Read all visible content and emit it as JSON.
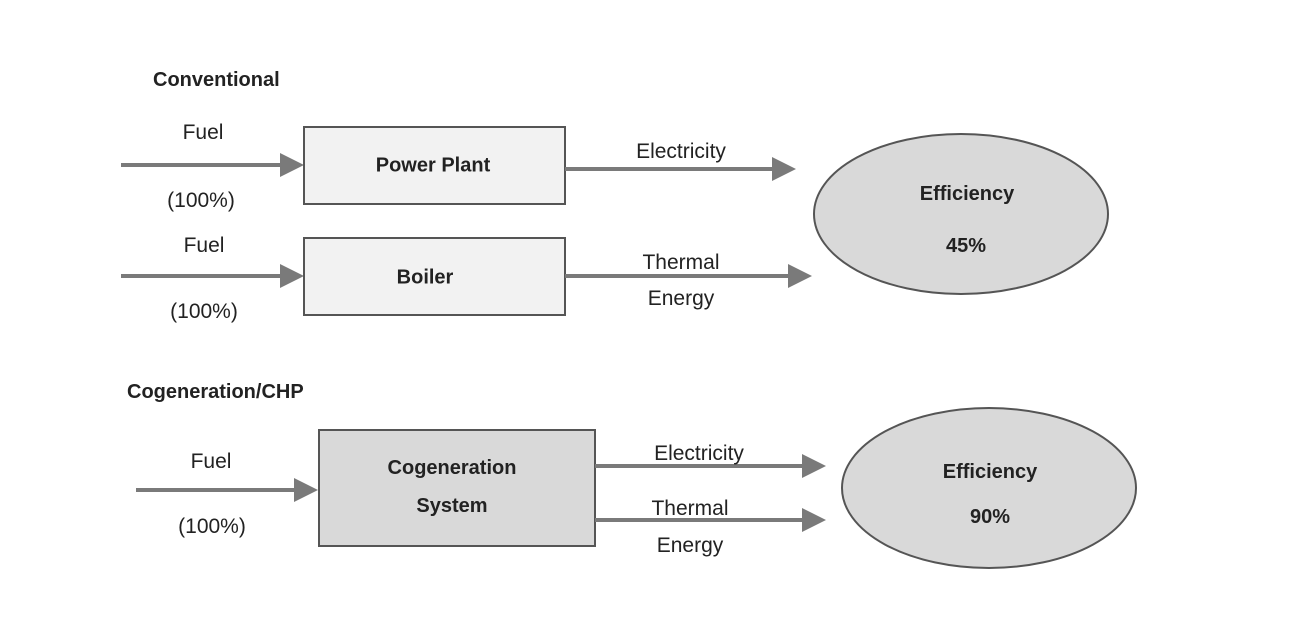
{
  "conventional": {
    "heading": "Conventional",
    "power_plant": {
      "input_label": "Fuel",
      "input_share": "(100%)",
      "box_label": "Power Plant",
      "output_label": "Electricity"
    },
    "boiler": {
      "input_label": "Fuel",
      "input_share": "(100%)",
      "box_label": "Boiler",
      "output_label_line1": "Thermal",
      "output_label_line2": "Energy"
    },
    "efficiency": {
      "label": "Efficiency",
      "value": "45%"
    }
  },
  "cogeneration": {
    "heading": "Cogeneration/CHP",
    "input_label": "Fuel",
    "input_share": "(100%)",
    "box_label_line1": "Cogeneration",
    "box_label_line2": "System",
    "output_electric_label": "Electricity",
    "output_thermal_line1": "Thermal",
    "output_thermal_line2": "Energy",
    "efficiency": {
      "label": "Efficiency",
      "value": "90%"
    }
  },
  "colors": {
    "box_fill_light": "#f2f2f2",
    "box_fill_dark": "#d9d9d9",
    "ellipse_fill": "#d9d9d9",
    "arrow": "#7a7a7a"
  }
}
